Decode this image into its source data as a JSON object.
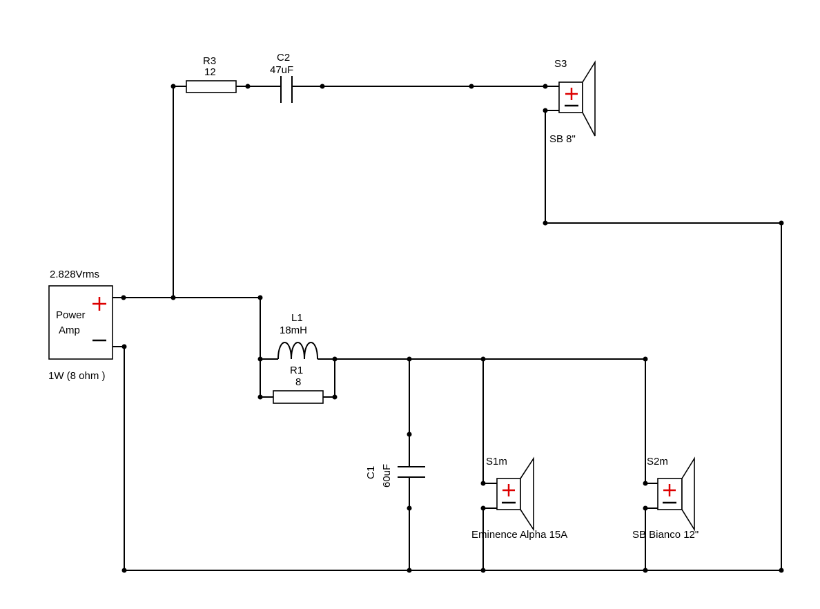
{
  "amp": {
    "voltage": "2.828Vrms",
    "label_line1": "Power",
    "label_line2": "Amp",
    "rating": "1W (8 ohm )",
    "positive_color": "#dd0000"
  },
  "r3": {
    "ref": "R3",
    "value": "12"
  },
  "c2": {
    "ref": "C2",
    "value": "47uF"
  },
  "s3": {
    "ref": "S3",
    "model": "SB 8\""
  },
  "l1": {
    "ref": "L1",
    "value": "18mH"
  },
  "r1": {
    "ref": "R1",
    "value": "8"
  },
  "c1": {
    "ref": "C1",
    "value": "60uF"
  },
  "s1m": {
    "ref": "S1m",
    "model": "Eminence Alpha 15A"
  },
  "s2m": {
    "ref": "S2m",
    "model": "SB Bianco 12\""
  }
}
